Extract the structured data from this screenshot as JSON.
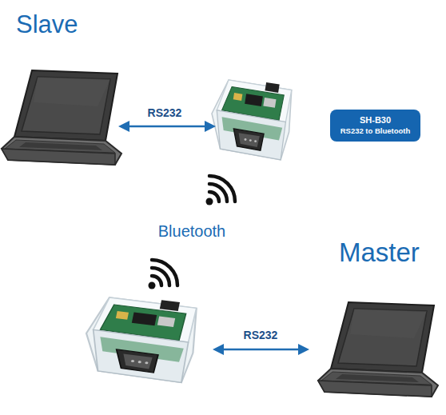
{
  "diagram": {
    "nodes": [
      {
        "text": [
          "SH-B30",
          "RS232 to Bluetooth"
        ]
      }
    ],
    "labels": [
      "Slave",
      "RS232",
      "Bluetooth",
      "Master",
      "RS232"
    ]
  }
}
